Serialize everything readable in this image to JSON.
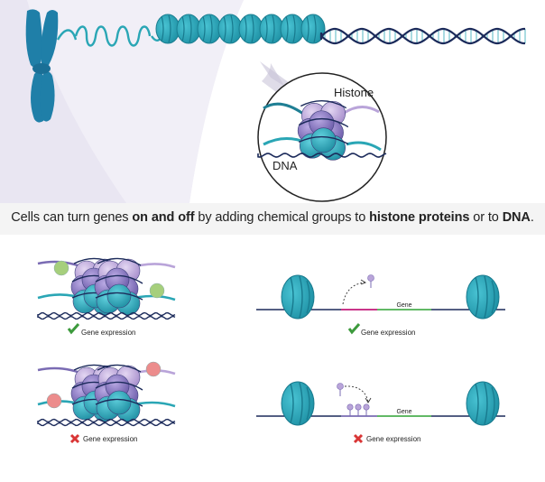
{
  "caption": {
    "part1": "Cells can turn genes ",
    "bold1": "on and off",
    "part2": " by adding chemical groups to ",
    "bold2": "histone proteins",
    "part3": " or to ",
    "bold3": "DNA",
    "part4": "."
  },
  "zoom_labels": {
    "histone": "Histone",
    "dna": "DNA"
  },
  "panels": {
    "histone_on": {
      "status": "Gene expression",
      "icon": "check-icon"
    },
    "histone_off": {
      "status": "Gene expression",
      "icon": "cross-icon"
    },
    "dna_on": {
      "gene_label": "Gene",
      "status": "Gene expression",
      "icon": "check-icon"
    },
    "dna_off": {
      "gene_label": "Gene",
      "status": "Gene expression",
      "icon": "cross-icon"
    }
  },
  "colors": {
    "teal": "#2aa6b5",
    "teal_dark": "#1f7f94",
    "navy": "#1b2a5a",
    "purple": "#7a6bb3",
    "lilac": "#b9a4d9",
    "green_ball": "#a6cf7c",
    "red_ball": "#ec8c8c",
    "gene_green": "#4caf50",
    "magenta": "#c2187a",
    "check": "#3c9a3c",
    "cross": "#d93636",
    "bg_purple": "#efedf6"
  }
}
